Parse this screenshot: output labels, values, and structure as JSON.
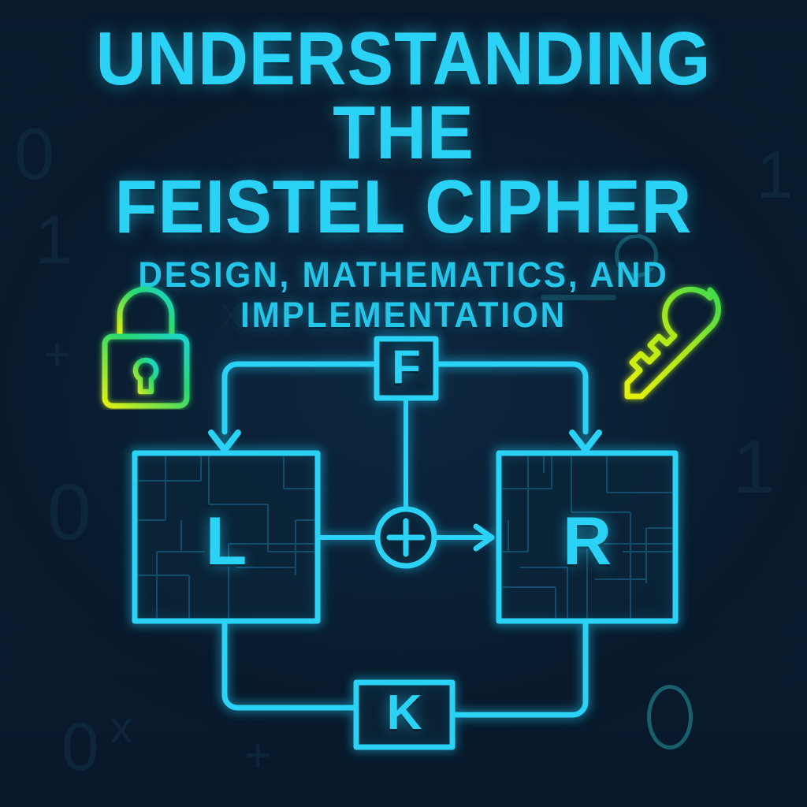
{
  "meta": {
    "background_color": "#07192b",
    "accent_cyan": "#2ad2f5",
    "accent_teal": "#23c6e8",
    "accent_green": "#2ee08a",
    "accent_yellow": "#d8ec1a"
  },
  "header": {
    "title_line_1": "UNDERSTANDING THE",
    "title_line_2": "FEISTEL CIPHER",
    "subtitle_line_1": "DESIGN, MATHEMATICS, AND",
    "subtitle_line_2": "IMPLEMENTATION"
  },
  "icons": {
    "padlock": "padlock-icon",
    "key": "key-icon"
  },
  "diagram": {
    "type": "feistel-round-schematic",
    "nodes": [
      {
        "id": "F",
        "label": "F",
        "shape": "square",
        "role": "round-function"
      },
      {
        "id": "L",
        "label": "L",
        "shape": "square",
        "role": "left-half-block"
      },
      {
        "id": "R",
        "label": "R",
        "shape": "square",
        "role": "right-half-block"
      },
      {
        "id": "X",
        "label": "+",
        "shape": "circle",
        "role": "xor-operator"
      },
      {
        "id": "K",
        "label": "K",
        "shape": "rectangle",
        "role": "round-key"
      }
    ],
    "edges": [
      {
        "from": "F",
        "to": "L",
        "style": "arrow-down-left-branch"
      },
      {
        "from": "F",
        "to": "R",
        "style": "arrow-down-right-branch"
      },
      {
        "from": "F",
        "to": "X",
        "style": "vertical-line"
      },
      {
        "from": "L",
        "to": "X",
        "style": "horizontal-line"
      },
      {
        "from": "X",
        "to": "R",
        "style": "arrow-right"
      },
      {
        "from": "L",
        "to": "K",
        "style": "feedback-down-left"
      },
      {
        "from": "K",
        "to": "R",
        "style": "feedback-down-right"
      }
    ]
  },
  "background_decor": {
    "glyphs": [
      "0",
      "1",
      "x",
      "+",
      "0",
      "1",
      "x",
      "0",
      "+",
      "1"
    ],
    "ring_label": "O",
    "oval_label": "0"
  }
}
